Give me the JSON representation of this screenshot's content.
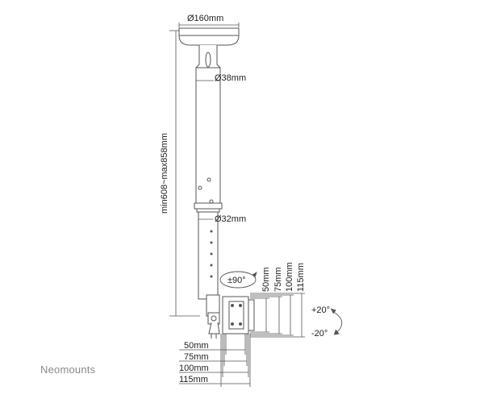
{
  "labels": {
    "plate_diameter": "Ø160mm",
    "upper_tube_diameter": "Ø38mm",
    "lower_tube_diameter": "Ø32mm",
    "height_range": "min608~max858mm",
    "rotation": "±90°",
    "tilt_up": "+20°",
    "tilt_down": "-20°"
  },
  "vesa_vertical": [
    "50mm",
    "75mm",
    "100mm",
    "115mm"
  ],
  "vesa_horizontal": [
    "50mm",
    "75mm",
    "100mm",
    "115mm"
  ],
  "brand": "Neomounts",
  "colors": {
    "line": "#555555",
    "text": "#222222",
    "brand": "#8a8a8a"
  }
}
